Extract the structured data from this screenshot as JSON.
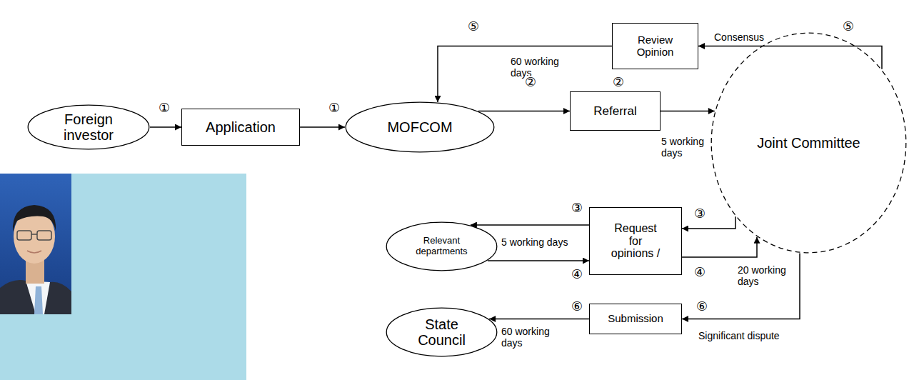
{
  "diagram": {
    "nodes": [
      {
        "text": [
          "Foreign investor"
        ]
      },
      {
        "text": [
          "Application"
        ]
      },
      {
        "text": [
          "MOFCOM"
        ]
      },
      {
        "text": [
          "Review Opinion"
        ]
      },
      {
        "text": [
          "Referral"
        ]
      },
      {
        "text": [
          "Joint Committee"
        ]
      },
      {
        "text": [
          "Relevant departments"
        ]
      },
      {
        "text": [
          "Request for opinions /"
        ]
      },
      {
        "text": [
          "State Council"
        ]
      },
      {
        "text": [
          "Submission"
        ]
      }
    ],
    "edges": [
      {
        "from": 0,
        "to": 1,
        "arrow": "to"
      },
      {
        "from": 1,
        "to": 2,
        "arrow": "to"
      },
      {
        "from": 2,
        "to": 4,
        "arrow": "to"
      },
      {
        "from": 4,
        "to": 5,
        "arrow": "to",
        "label": "5 working days"
      },
      {
        "from": 5,
        "to": 3,
        "arrow": "to",
        "label": "Consensus"
      },
      {
        "from": 3,
        "to": 2,
        "arrow": "to",
        "label": "60 working days"
      },
      {
        "from": 5,
        "to": 7,
        "arrow": "to"
      },
      {
        "from": 7,
        "to": 6,
        "arrow": "to",
        "label": "5 working days"
      },
      {
        "from": 6,
        "to": 7,
        "arrow": "to"
      },
      {
        "from": 7,
        "to": 5,
        "arrow": "to",
        "label": "20 working days"
      },
      {
        "from": 5,
        "to": 9,
        "arrow": "to",
        "label": "Significant dispute"
      },
      {
        "from": 9,
        "to": 8,
        "arrow": "to",
        "label": "60 working days"
      }
    ],
    "labels": [
      "⑤",
      "⑤",
      "①",
      "①",
      "②",
      "②",
      "③",
      "③",
      "④",
      "④",
      "⑥",
      "⑥"
    ]
  }
}
